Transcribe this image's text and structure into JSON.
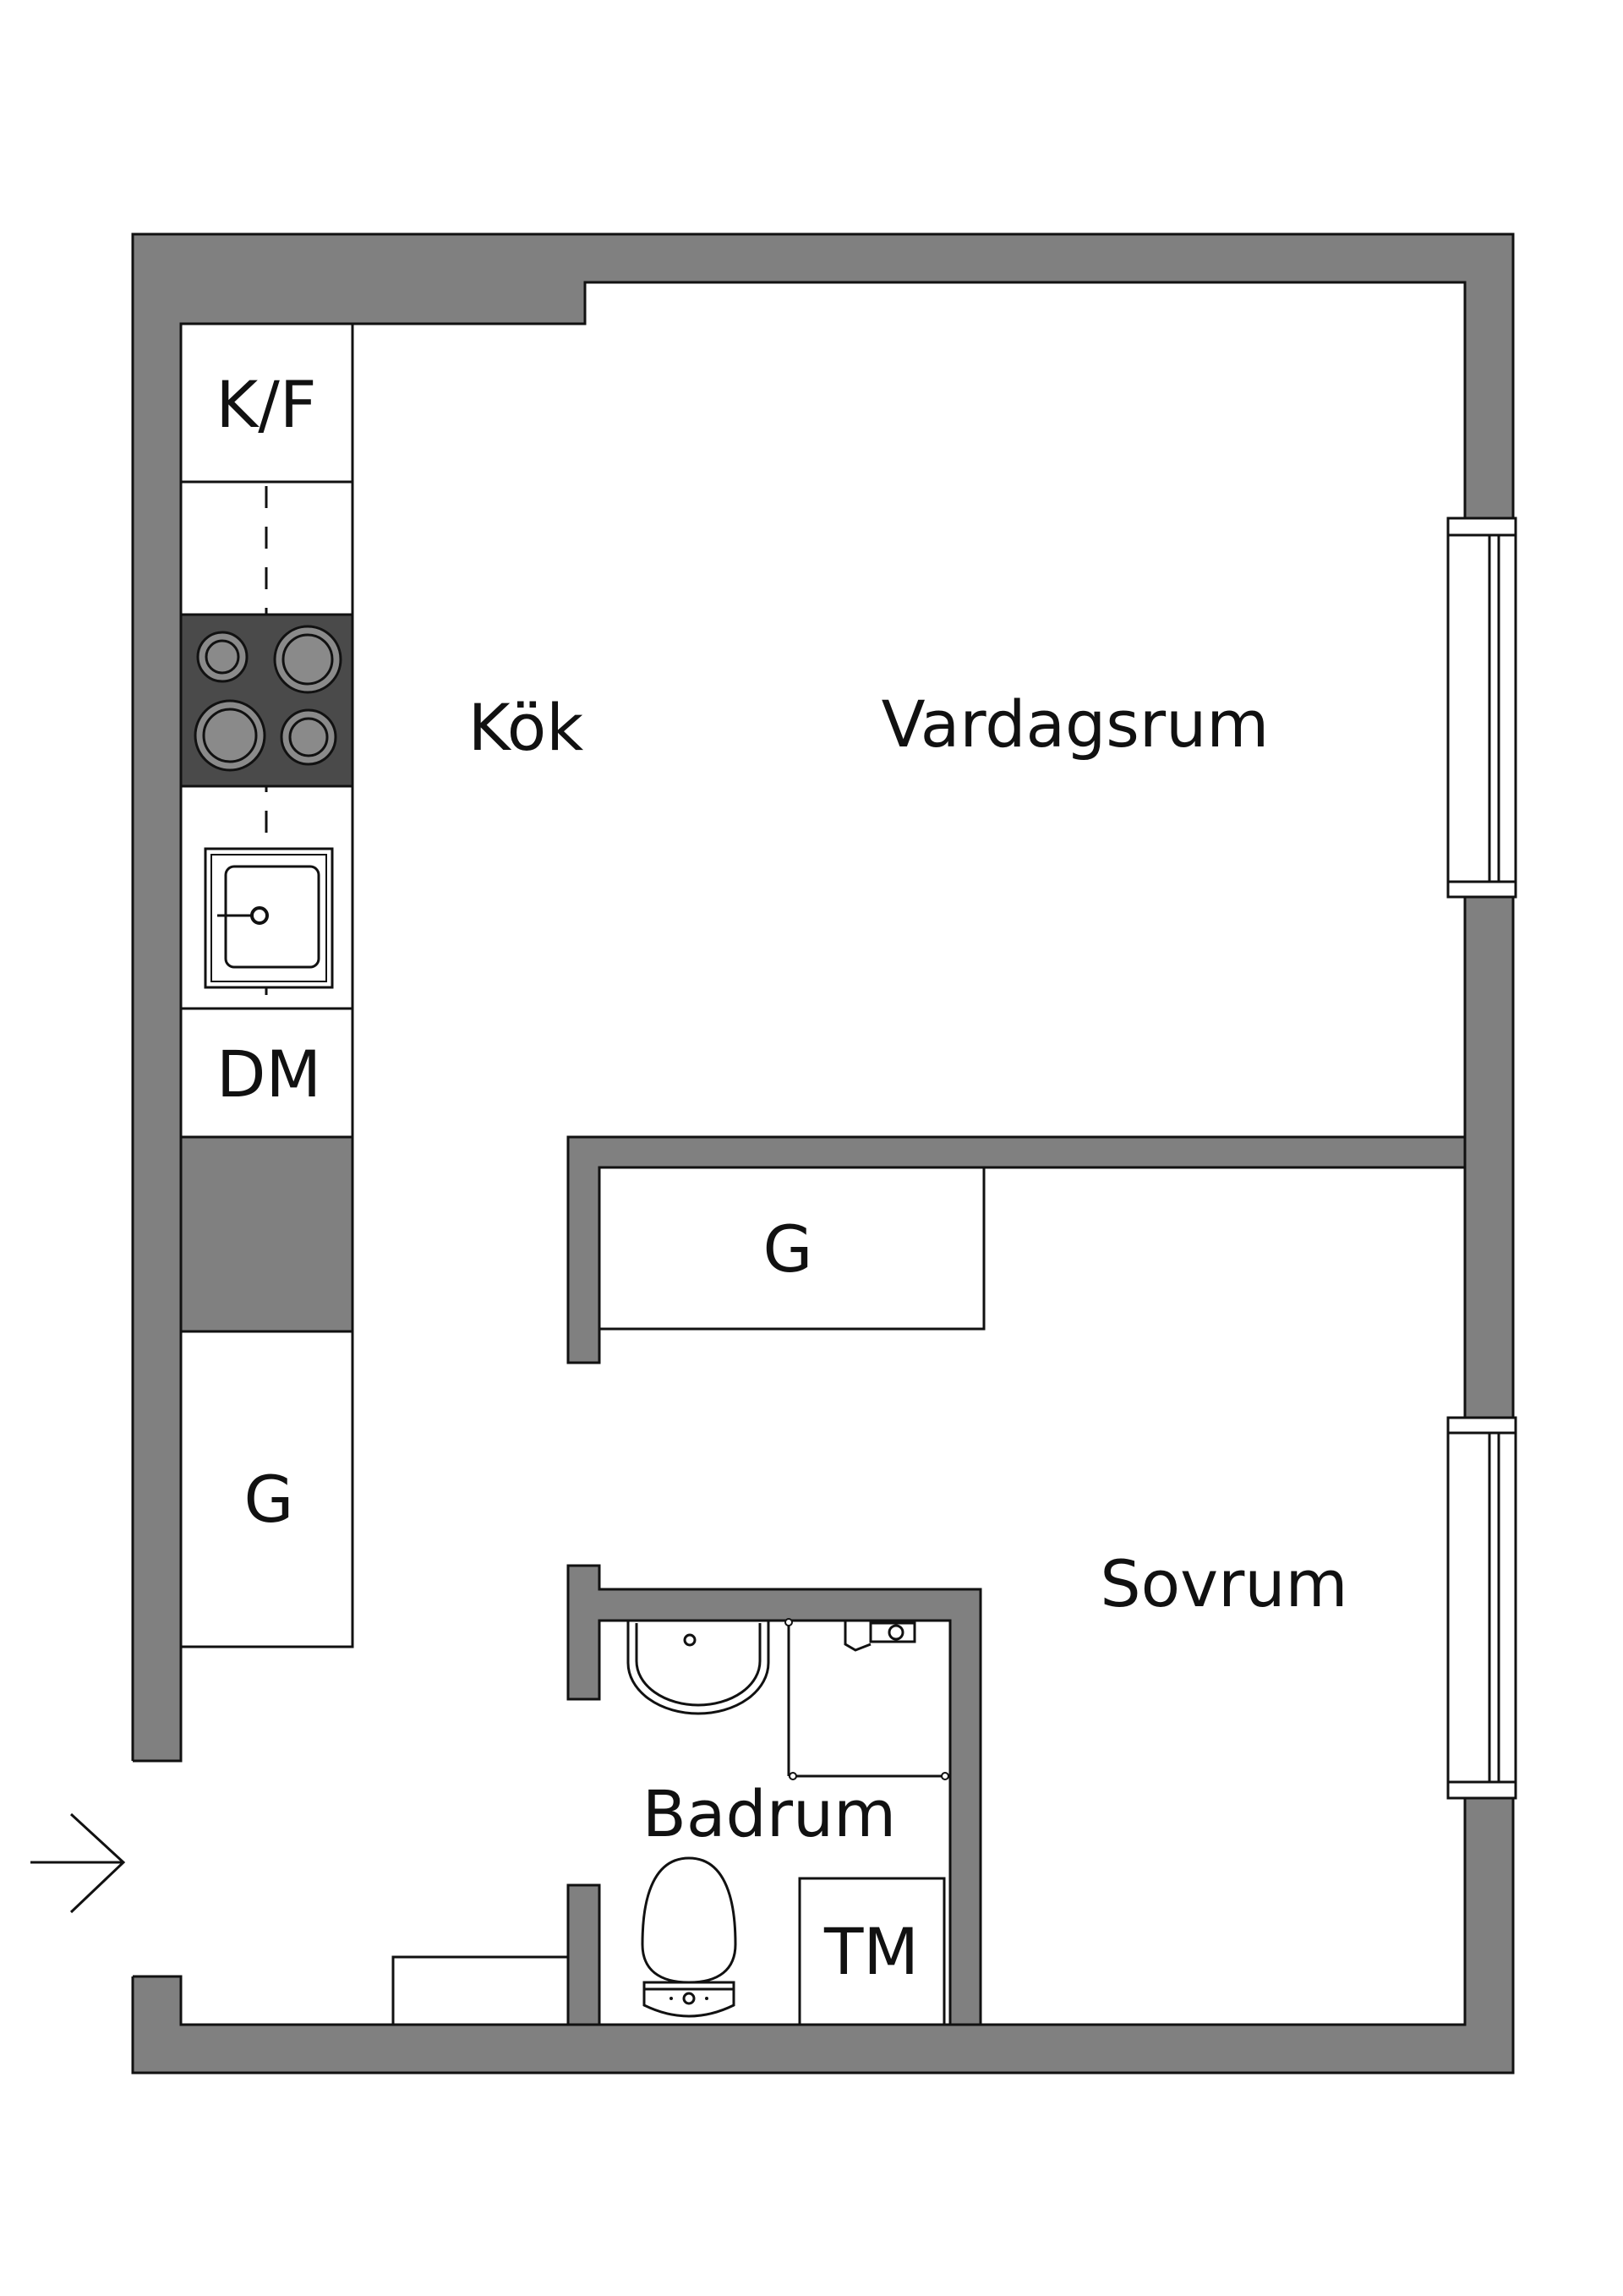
{
  "labels": {
    "kitchen": "Kök",
    "living_room": "Vardagsrum",
    "bedroom": "Sovrum",
    "bathroom": "Badrum",
    "fridge_freezer": "K/F",
    "dishwasher": "DM",
    "wardrobe_bedroom": "G",
    "wardrobe_hall": "G",
    "washing_machine": "TM"
  },
  "colors": {
    "wall": "#808080",
    "line": "#111111",
    "stove": "#4a4a4a",
    "background": "#ffffff"
  },
  "icons": {
    "entrance": "arrow-right-icon",
    "stove": "stove-icon",
    "sink": "sink-icon",
    "washbasin": "washbasin-icon",
    "toilet": "toilet-icon",
    "shower": "shower-icon"
  }
}
